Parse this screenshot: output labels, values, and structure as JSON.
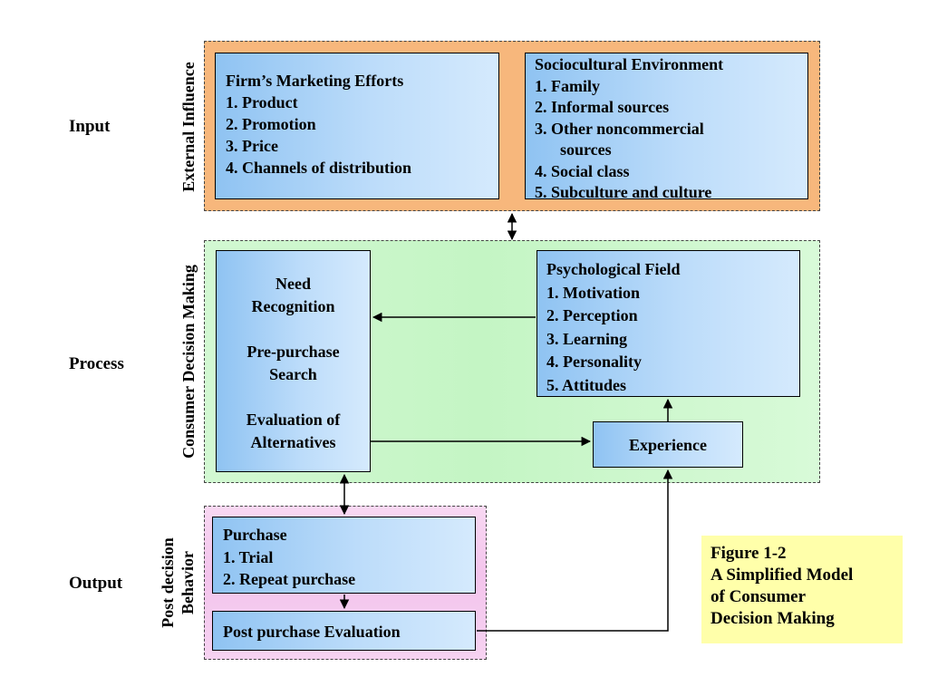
{
  "rows": {
    "input": "Input",
    "process": "Process",
    "output": "Output"
  },
  "bands": {
    "external": "External Influence",
    "decision": "Consumer Decision Making",
    "post_line1": "Post decision",
    "post_line2": "Behavior"
  },
  "firm": {
    "title": "Firm’s Marketing Efforts",
    "items": [
      "1. Product",
      "2. Promotion",
      "3. Price",
      "4. Channels of distribution"
    ]
  },
  "socio": {
    "title": "Sociocultural Environment",
    "items": [
      "1. Family",
      "2. Informal sources",
      "3. Other noncommercial",
      "sources",
      "4. Social class",
      "5. Subculture and culture"
    ]
  },
  "process_box": {
    "lines": [
      "Need",
      "Recognition",
      "",
      "Pre-purchase",
      "Search",
      "",
      "Evaluation of",
      "Alternatives"
    ]
  },
  "psych": {
    "title": "Psychological Field",
    "items": [
      "1. Motivation",
      "2. Perception",
      "3. Learning",
      "4. Personality",
      "5. Attitudes"
    ]
  },
  "experience": "Experience",
  "purchase": {
    "title": "Purchase",
    "items": [
      "1. Trial",
      "2. Repeat purchase"
    ]
  },
  "post_eval": "Post purchase Evaluation",
  "caption": {
    "lines": [
      "Figure 1-2",
      "A Simplified Model",
      "of Consumer",
      "Decision Making"
    ]
  },
  "colors": {
    "external_band": "#f7b77c",
    "decision_band": "#c4f5c4",
    "post_band": "#f3c4ec",
    "box_fill": "#bcdcfa",
    "caption_fill": "#ffffaa"
  }
}
